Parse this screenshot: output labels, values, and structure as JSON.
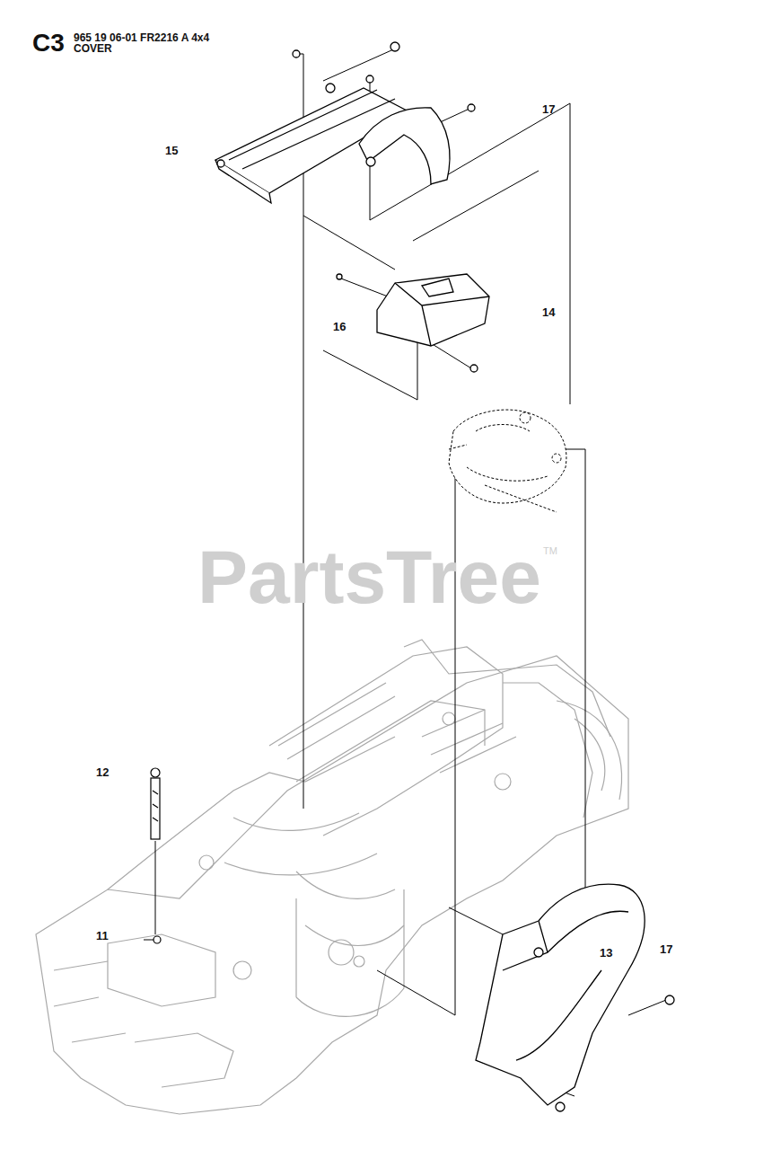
{
  "diagram": {
    "title": "C3",
    "labels": [
      "965 19 06-01 FR2216 A 4x4",
      "COVER",
      "15",
      "17",
      "14",
      "16",
      "12",
      "11",
      "13",
      "17",
      "PartsTree",
      "TM"
    ]
  }
}
